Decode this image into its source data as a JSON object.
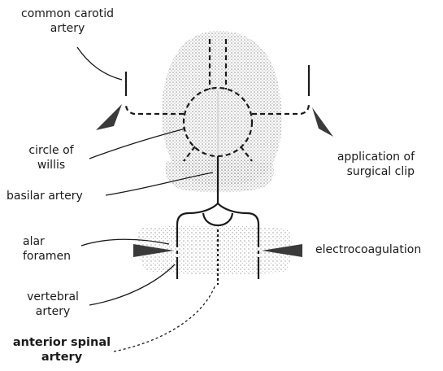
{
  "labels": {
    "common_carotid": {
      "line1": "common carotid",
      "line2": "artery"
    },
    "circle_of_willis": {
      "line1": "circle of",
      "line2": "willis"
    },
    "application_clip": {
      "line1": "application of",
      "line2": "surgical clip"
    },
    "basilar_artery": {
      "text": "basilar artery"
    },
    "alar_foramen": {
      "line1": "alar",
      "line2": "foramen"
    },
    "electrocoagulation": {
      "text": "electrocoagulation"
    },
    "vertebral_artery": {
      "line1": "vertebral",
      "line2": "artery"
    },
    "anterior_spinal": {
      "line1": "anterior spinal",
      "line2": "artery"
    }
  },
  "colors": {
    "ink": "#1a1a1a",
    "stipple": "#8a8a8a",
    "arrowhead": "#3a3a3a"
  }
}
